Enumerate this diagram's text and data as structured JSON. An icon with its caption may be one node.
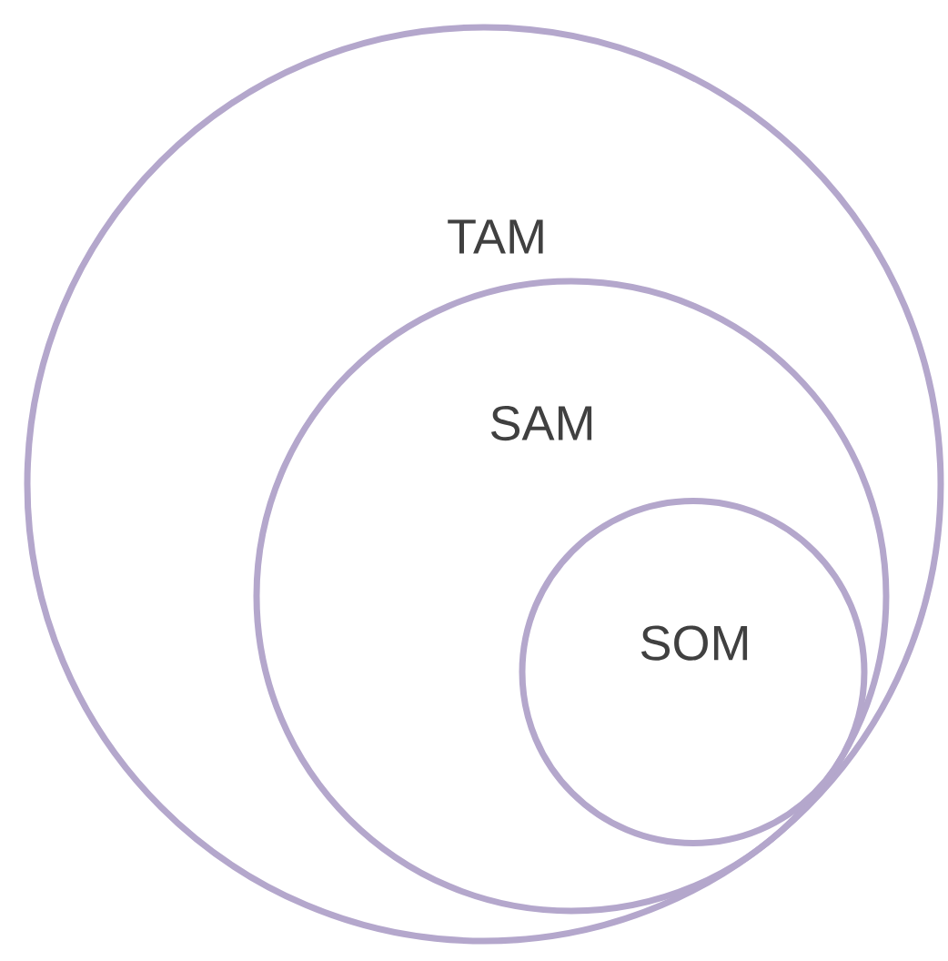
{
  "diagram": {
    "nodes": [
      {
        "text": [
          "TAM"
        ]
      },
      {
        "text": [
          "SAM"
        ],
        "in": 0
      },
      {
        "text": [
          "SOM"
        ],
        "in": 1
      }
    ]
  }
}
